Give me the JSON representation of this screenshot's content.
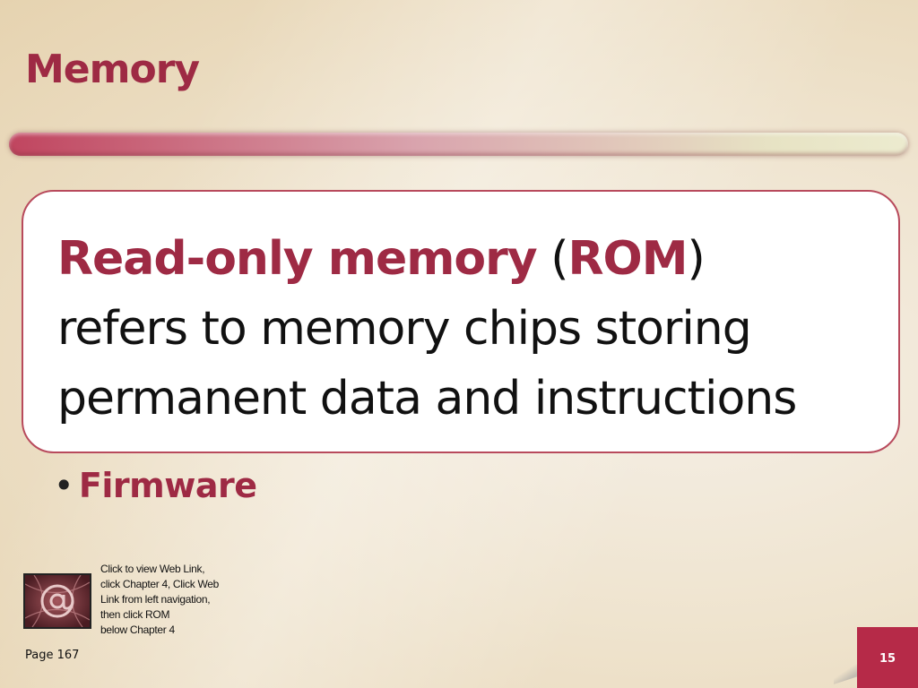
{
  "slide": {
    "title": "Memory",
    "callout": {
      "term": "Read-only memory",
      "open_paren": " (",
      "acronym": "ROM",
      "close_paren": ")",
      "line2": "refers to memory chips storing",
      "line3": "permanent data and instructions"
    },
    "bullets": [
      {
        "label": "Firmware"
      }
    ],
    "web_link": {
      "icon": "at-sign-icon",
      "lines": [
        "Click to view Web Link,",
        "click Chapter 4, Click Web",
        "Link from left navigation,",
        "then click ROM",
        "below Chapter 4"
      ]
    },
    "page_ref": "Page 167",
    "slide_number": "15"
  },
  "colors": {
    "accent": "#9e2a44",
    "callout_border": "#b84a5c",
    "slide_number_bg": "#b62a48",
    "icon_bg": "#6b2b32"
  }
}
